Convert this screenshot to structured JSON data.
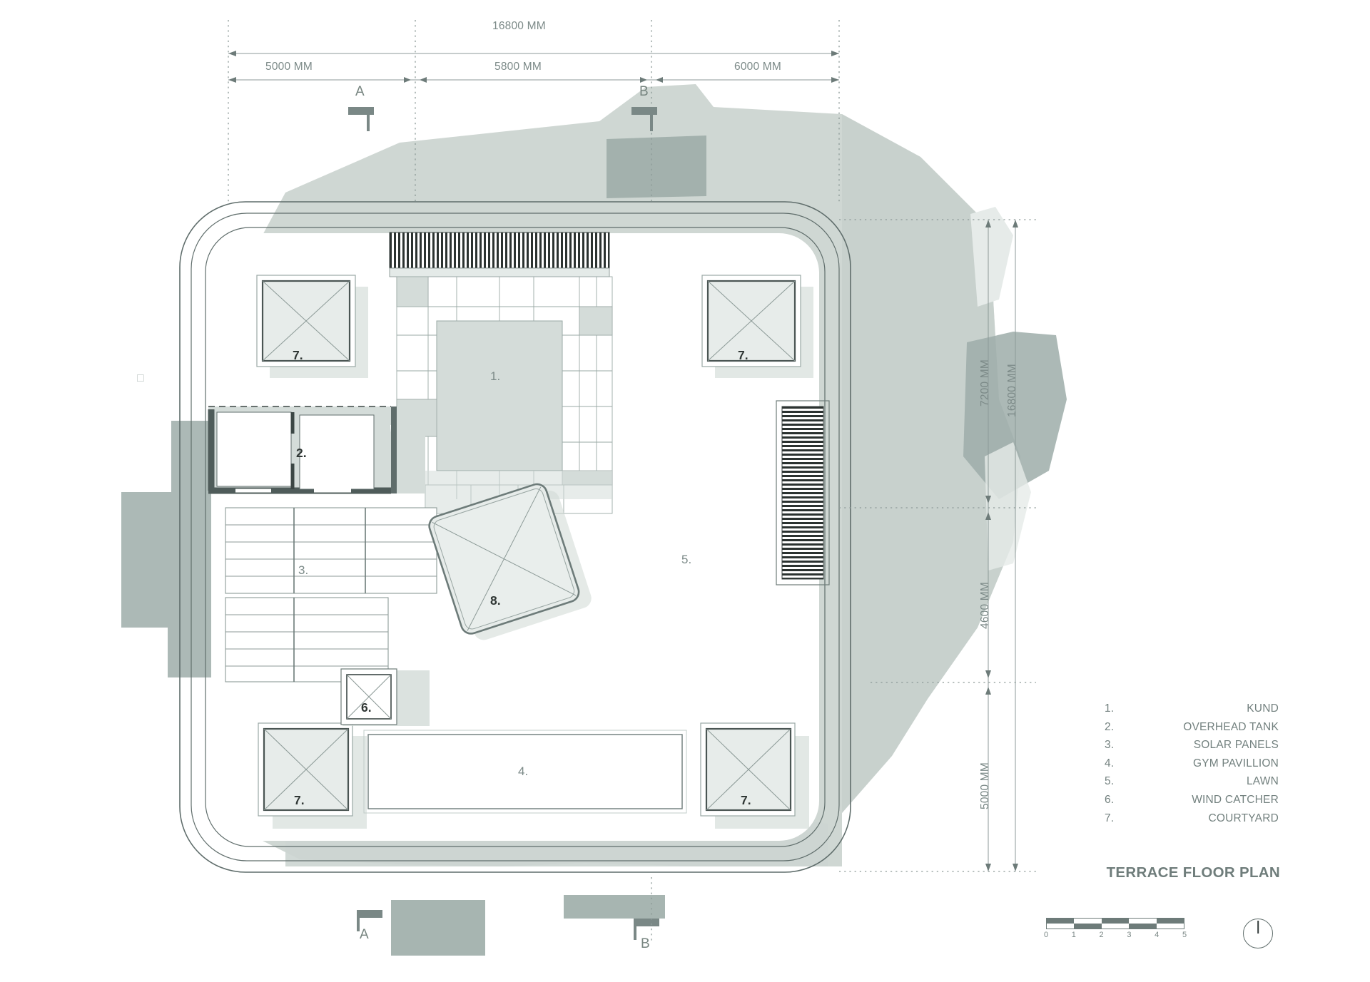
{
  "drawing": {
    "title": "TERRACE FLOOR PLAN",
    "units": "MM",
    "colors": {
      "ink": "#6b7a78",
      "site_fill": "#ccd5d1",
      "site_fill_dark": "#9dada9",
      "roof_fill": "#d7dedb",
      "wall_dark": "#5f6d6b",
      "line": "#6d7b79",
      "label_dark": "#2f3634"
    }
  },
  "dimensions": {
    "top": {
      "overall": "16800 MM",
      "segments": [
        "5000 MM",
        "5800 MM",
        "6000 MM"
      ]
    },
    "right": {
      "overall": "16800 MM",
      "segments": [
        "7200 MM",
        "4600 MM",
        "5000 MM"
      ]
    }
  },
  "grid_markers": {
    "top": [
      "A",
      "B"
    ],
    "bottom": [
      "A",
      "B"
    ]
  },
  "room_tags": [
    {
      "id": "1",
      "text": "1.",
      "bold": false
    },
    {
      "id": "2",
      "text": "2.",
      "bold": true
    },
    {
      "id": "3",
      "text": "3.",
      "bold": false
    },
    {
      "id": "4",
      "text": "4.",
      "bold": false
    },
    {
      "id": "5",
      "text": "5.",
      "bold": false
    },
    {
      "id": "6",
      "text": "6.",
      "bold": true
    },
    {
      "id": "7a",
      "text": "7.",
      "bold": true
    },
    {
      "id": "7b",
      "text": "7.",
      "bold": true
    },
    {
      "id": "7c",
      "text": "7.",
      "bold": true
    },
    {
      "id": "7d",
      "text": "7.",
      "bold": true
    },
    {
      "id": "8",
      "text": "8.",
      "bold": true
    }
  ],
  "legend": {
    "items": [
      {
        "num": "1.",
        "label": "KUND"
      },
      {
        "num": "2.",
        "label": "OVERHEAD TANK"
      },
      {
        "num": "3.",
        "label": "SOLAR PANELS"
      },
      {
        "num": "4.",
        "label": "GYM PAVILLION"
      },
      {
        "num": "5.",
        "label": "LAWN"
      },
      {
        "num": "6.",
        "label": "WIND CATCHER"
      },
      {
        "num": "7.",
        "label": "COURTYARD"
      }
    ]
  },
  "scale_bar": {
    "ticks": [
      "0",
      "1",
      "2",
      "3",
      "4",
      "5"
    ]
  },
  "north_arrow": {
    "label": ""
  }
}
